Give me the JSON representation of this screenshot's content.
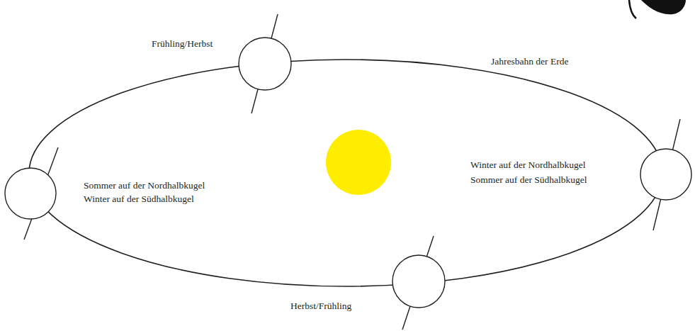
{
  "diagram": {
    "labels": [
      "Frühling/Herbst",
      "Jahresbahn der Erde",
      "Sommer auf der Nordhalbkugel",
      "Winter auf der Südhalbkugel",
      "Winter auf der Nordhalbkugel",
      "Sommer auf der Südhalbkugel",
      "Herbst/Frühling"
    ]
  }
}
